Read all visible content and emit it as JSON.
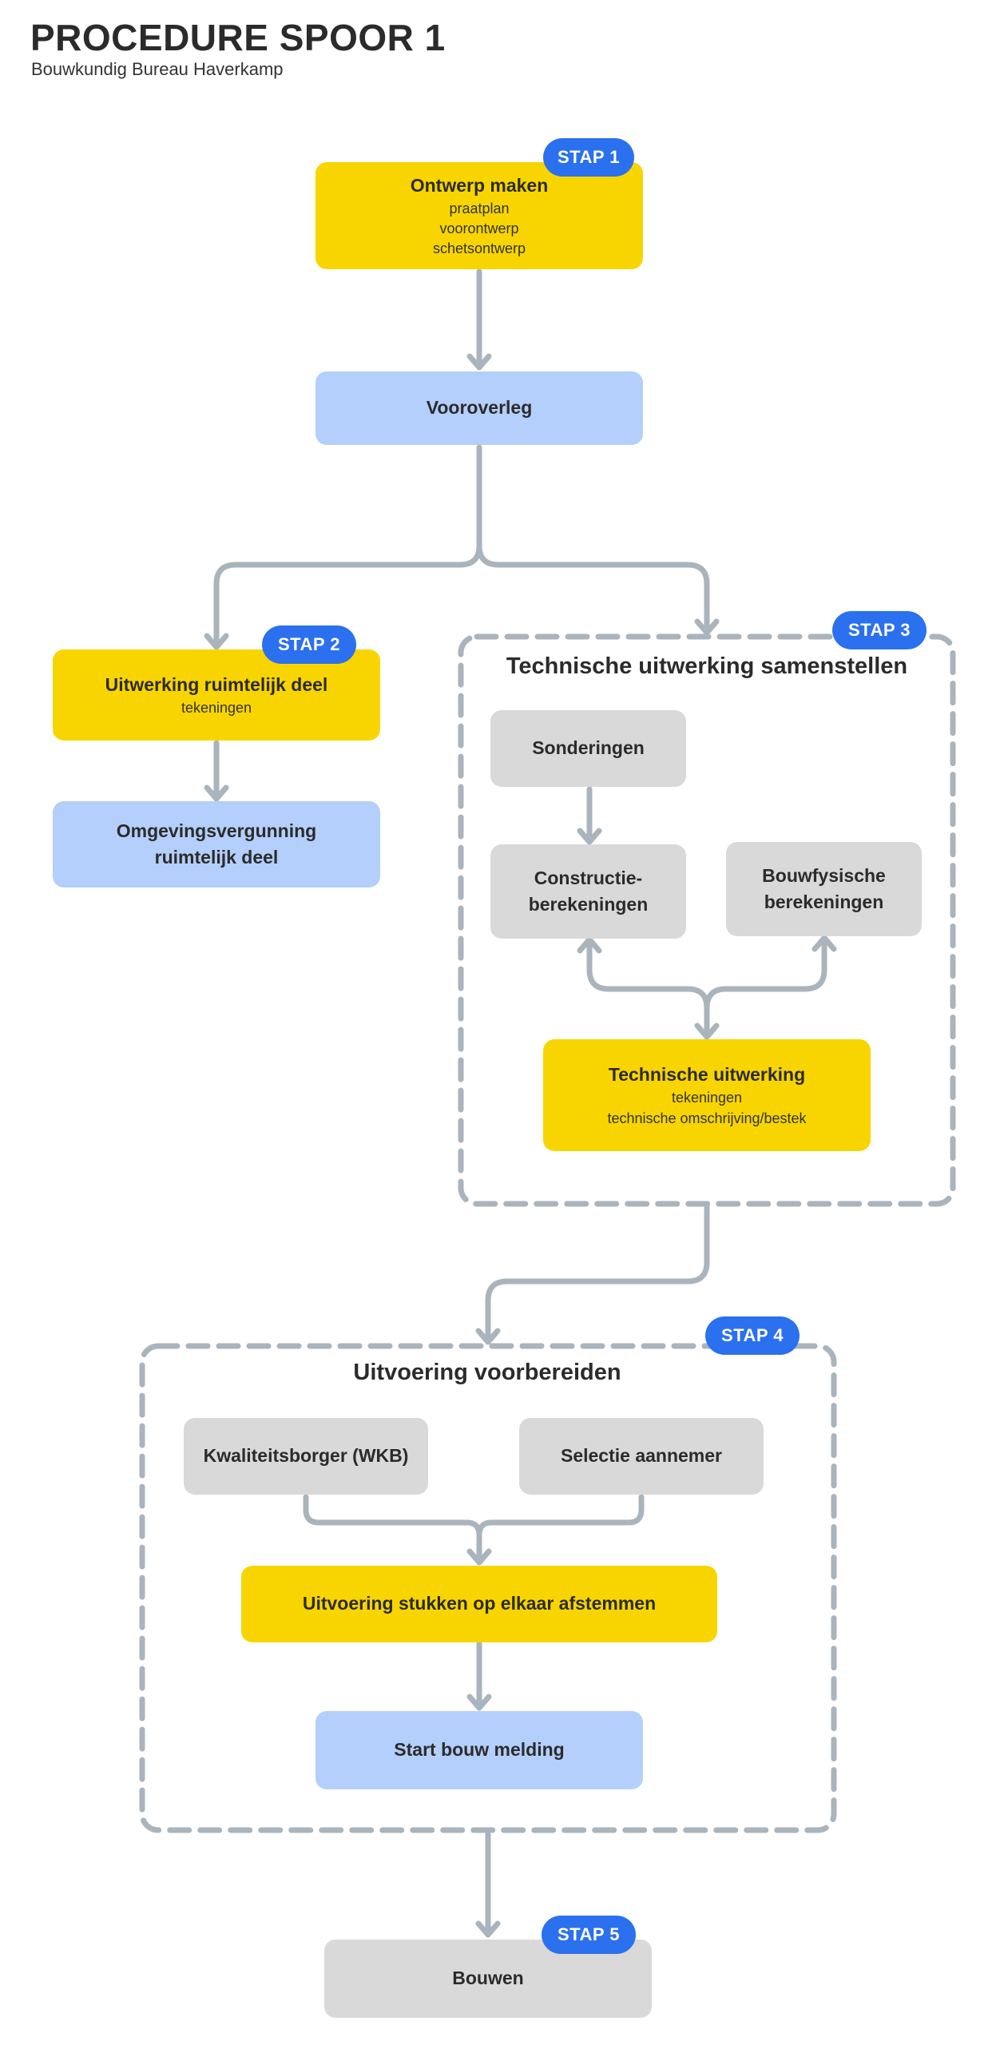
{
  "header": {
    "title": "PROCEDURE SPOOR 1",
    "subtitle": "Bouwkundig Bureau Haverkamp"
  },
  "colors": {
    "yellow": "#f8d500",
    "blue": "#b4cffb",
    "gray": "#d9d9d9",
    "badge": "#2b70ee",
    "connector": "#a9b4bc"
  },
  "badges": {
    "stap1": "STAP 1",
    "stap2": "STAP 2",
    "stap3": "STAP 3",
    "stap4": "STAP 4",
    "stap5": "STAP 5"
  },
  "nodes": {
    "ontwerp": {
      "title": "Ontwerp maken",
      "lines": [
        "praatplan",
        "voorontwerp",
        "schetsontwerp"
      ]
    },
    "vooroverleg": {
      "title": "Vooroverleg"
    },
    "uitwerking_ruimtelijk": {
      "title": "Uitwerking ruimtelijk deel",
      "sub": "tekeningen"
    },
    "omgevingsvergunning": {
      "title_line1": "Omgevingsvergunning",
      "title_line2": "ruimtelijk deel"
    },
    "sonderingen": {
      "title": "Sonderingen"
    },
    "constructie": {
      "title_line1": "Constructie-",
      "title_line2": "berekeningen"
    },
    "bouwfysische": {
      "title_line1": "Bouwfysische",
      "title_line2": "berekeningen"
    },
    "technische_uitwerking": {
      "title": "Technische uitwerking",
      "lines": [
        "tekeningen",
        "technische omschrijving/bestek"
      ]
    },
    "kwaliteitsborger": {
      "title": "Kwaliteitsborger (WKB)"
    },
    "selectie": {
      "title": "Selectie aannemer"
    },
    "uitvoering_stukken": {
      "title": "Uitvoering stukken op elkaar afstemmen"
    },
    "start_bouw": {
      "title": "Start bouw melding"
    },
    "bouwen": {
      "title": "Bouwen"
    }
  },
  "groups": {
    "stap3": {
      "title": "Technische uitwerking samenstellen"
    },
    "stap4": {
      "title": "Uitvoering voorbereiden"
    }
  }
}
